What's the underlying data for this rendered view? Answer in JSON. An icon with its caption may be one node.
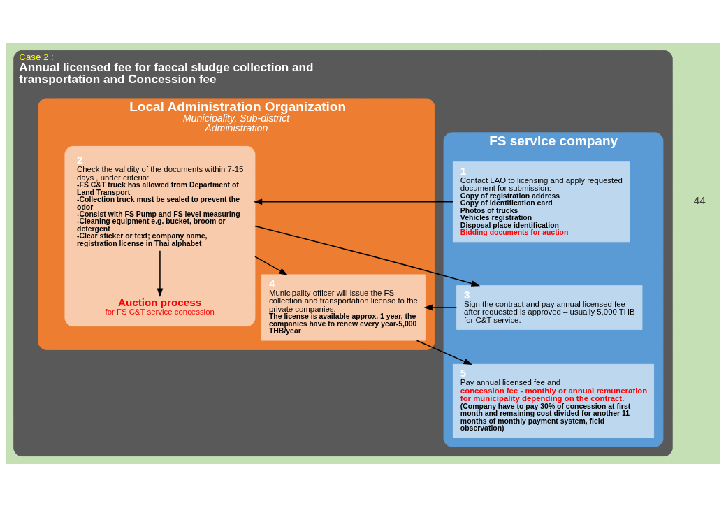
{
  "diagram": {
    "nodes": [
      {
        "text": [
          "Case 2 :",
          "Annual licensed fee for faecal sludge collection and transportation and Concession fee"
        ]
      },
      {
        "text": [
          "FS service company"
        ],
        "in": 0
      },
      {
        "text": [
          "Local Administration Organization",
          "Municipality, Sub-district Administration"
        ],
        "in": 0
      },
      {
        "text": [
          "1",
          "Contact LAO to licensing and apply requested document for submission:",
          "Copy of registration address",
          "Copy of identification card",
          "Photos of trucks",
          "Vehicles registration",
          "Disposal place identification",
          "Bidding documents for auction"
        ],
        "in": 1
      },
      {
        "text": [
          "2",
          "Check the validity of the documents within 7-15 days , under criteria:",
          "-FS C&T truck has allowed from Department of Land Transport",
          "-Collection truck must be sealed to prevent the odor",
          "-Consist with FS Pump and FS level measuring",
          "-Cleaning equipment e.g. bucket, broom or detergent",
          "-Clear sticker or text; company name, registration license in Thai alphabet"
        ],
        "in": 2
      },
      {
        "text": [
          "Auction process",
          "for FS C&T service concession"
        ],
        "in": 4
      },
      {
        "text": [
          "3",
          "Sign the contract and pay annual licensed fee after requested is approved – usually 5,000 THB for C&T service."
        ],
        "in": 1
      },
      {
        "text": [
          "4",
          "Municipality officer will issue the FS collection and transportation license to the private companies.",
          "The license is available approx. 1 year, the companies have to renew every year-5,000 THB/year"
        ],
        "in": 2
      },
      {
        "text": [
          "5",
          "Pay annual licensed fee and",
          "concession fee - monthly or annual remuneration for municipality depending on the contract.",
          "(Company have to pay 30% of concession at first month and remaining cost divided for another 11 months of monthly payment system, field observation)"
        ],
        "in": 1
      }
    ],
    "edges": [
      {
        "from": 3,
        "to": 4,
        "arrow": "to"
      },
      {
        "from": 4,
        "to": 5,
        "arrow": "to"
      },
      {
        "from": 4,
        "to": 6,
        "arrow": "to"
      },
      {
        "from": 4,
        "to": 7,
        "arrow": "to"
      },
      {
        "from": 6,
        "to": 7,
        "arrow": "to"
      },
      {
        "from": 7,
        "to": 8,
        "arrow": "to"
      }
    ],
    "labels": [
      "44"
    ]
  }
}
